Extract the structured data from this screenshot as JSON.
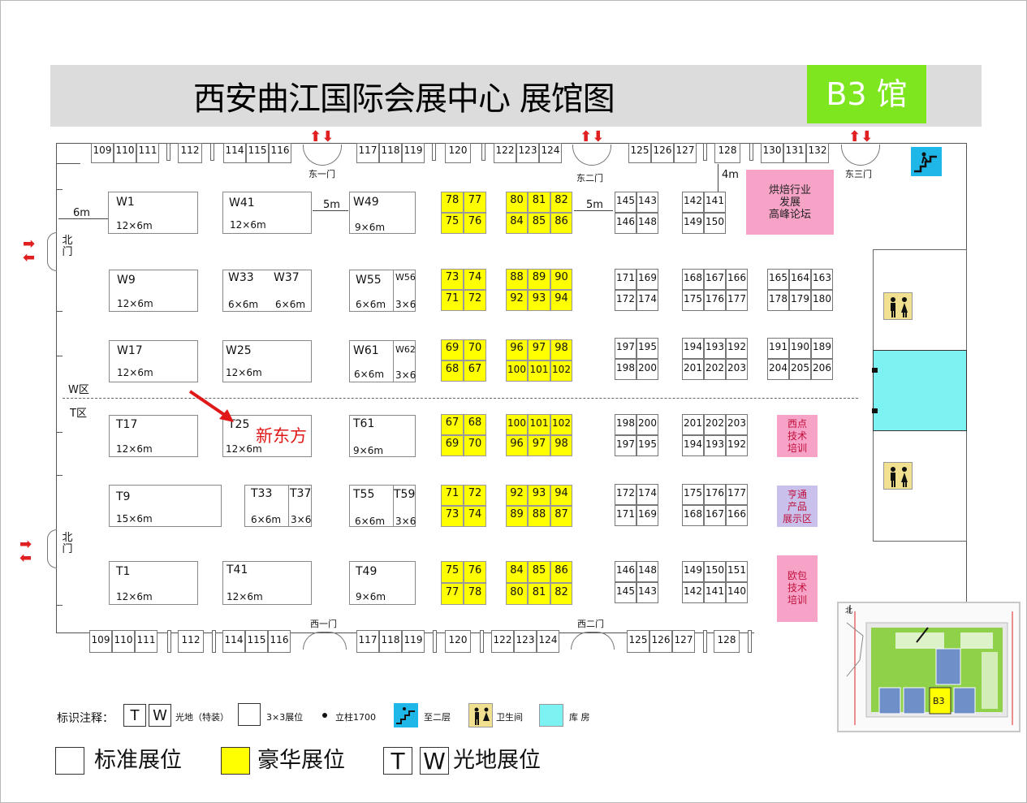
{
  "header": {
    "title": "西安曲江国际会展中心 展馆图",
    "hall_label": "B3 馆"
  },
  "doors": {
    "east1": "东一门",
    "east2": "东二门",
    "east3": "东三门",
    "west1": "西一门",
    "west2": "西二门",
    "north": "北门"
  },
  "dims": {
    "six_m": "6m",
    "five_m_a": "5m",
    "five_m_b": "5m",
    "four_m": "4m"
  },
  "zones": {
    "w": "W区",
    "t": "T区"
  },
  "top_row": [
    "109",
    "110",
    "111",
    "112",
    "114",
    "115",
    "116",
    "117",
    "118",
    "119",
    "120",
    "122",
    "123",
    "124",
    "125",
    "126",
    "127",
    "128",
    "130",
    "131",
    "132"
  ],
  "bottom_row": [
    "109",
    "110",
    "111",
    "112",
    "114",
    "115",
    "116",
    "117",
    "118",
    "119",
    "120",
    "122",
    "123",
    "124",
    "125",
    "126",
    "127",
    "128"
  ],
  "booths_big": {
    "W1": {
      "name": "W1",
      "size": "12×6m"
    },
    "W41": {
      "name": "W41",
      "size": "12×6m"
    },
    "W49": {
      "name": "W49",
      "size": "9×6m"
    },
    "W9": {
      "name": "W9",
      "size": "12×6m"
    },
    "W33": {
      "name": "W33",
      "size": "6×6m"
    },
    "W37": {
      "name": "W37",
      "size": "6×6m"
    },
    "W55": {
      "name": "W55",
      "size": "6×6m"
    },
    "W56": {
      "name": "W56",
      "size": "3×6"
    },
    "W17": {
      "name": "W17",
      "size": "12×6m"
    },
    "W25": {
      "name": "W25",
      "size": "12×6m"
    },
    "W61": {
      "name": "W61",
      "size": "6×6m"
    },
    "W62": {
      "name": "W62",
      "size": "3×6"
    },
    "T17": {
      "name": "T17",
      "size": "12×6m"
    },
    "T25": {
      "name": "T25",
      "size": "12×6m"
    },
    "T61": {
      "name": "T61",
      "size": "9×6m"
    },
    "T9": {
      "name": "T9",
      "size": "15×6m"
    },
    "T33": {
      "name": "T33",
      "size": "6×6m"
    },
    "T37": {
      "name": "T37",
      "size": "3×6"
    },
    "T55": {
      "name": "T55",
      "size": "6×6m"
    },
    "T59": {
      "name": "T59",
      "size": "3×6"
    },
    "T1": {
      "name": "T1",
      "size": "12×6m"
    },
    "T41": {
      "name": "T41",
      "size": "12×6m"
    },
    "T49": {
      "name": "T49",
      "size": "9×6m"
    }
  },
  "yellow": {
    "r1": [
      "78",
      "77",
      "75",
      "76"
    ],
    "r2": [
      "73",
      "74",
      "71",
      "72"
    ],
    "r3": [
      "69",
      "70",
      "68",
      "67"
    ],
    "r4": [
      "67",
      "68",
      "69",
      "70"
    ],
    "r5": [
      "71",
      "72",
      "73",
      "74"
    ],
    "r6": [
      "75",
      "76",
      "77",
      "78"
    ]
  },
  "yellow3": {
    "r1": [
      "80",
      "81",
      "82",
      "84",
      "85",
      "86"
    ],
    "r2": [
      "88",
      "89",
      "90",
      "92",
      "93",
      "94"
    ],
    "r3": [
      "96",
      "97",
      "98",
      "100",
      "101",
      "102"
    ],
    "r4": [
      "100",
      "101",
      "102",
      "96",
      "97",
      "98"
    ],
    "r5": [
      "92",
      "93",
      "94",
      "89",
      "88",
      "87"
    ],
    "r6": [
      "84",
      "85",
      "86",
      "80",
      "81",
      "82"
    ]
  },
  "white2": {
    "r1": [
      "145",
      "143",
      "146",
      "148"
    ],
    "r2": [
      "171",
      "169",
      "172",
      "174"
    ],
    "r3": [
      "197",
      "195",
      "198",
      "200"
    ],
    "r4": [
      "198",
      "200",
      "197",
      "195"
    ],
    "r5": [
      "172",
      "174",
      "171",
      "169"
    ],
    "r6": [
      "146",
      "148",
      "145",
      "143"
    ]
  },
  "white3": {
    "r1": [
      "142",
      "141",
      "",
      "149",
      "150",
      ""
    ],
    "r2": [
      "168",
      "167",
      "166",
      "175",
      "176",
      "177"
    ],
    "r3": [
      "194",
      "193",
      "192",
      "201",
      "202",
      "203"
    ],
    "r4": [
      "201",
      "202",
      "203",
      "194",
      "193",
      "192"
    ],
    "r5": [
      "175",
      "176",
      "177",
      "168",
      "167",
      "166"
    ],
    "r6": [
      "149",
      "150",
      "151",
      "142",
      "141",
      "140"
    ]
  },
  "white3b": {
    "r2": [
      "165",
      "164",
      "163",
      "178",
      "179",
      "180"
    ],
    "r3": [
      "191",
      "190",
      "189",
      "204",
      "205",
      "206"
    ]
  },
  "special": {
    "forum": [
      "烘焙行业",
      "发展",
      "高峰论坛"
    ],
    "pastry": [
      "西点",
      "技术",
      "培训"
    ],
    "cooking": [
      "亨通",
      "产品",
      "展示区"
    ],
    "euro": [
      "欧包",
      "技术",
      "培训"
    ]
  },
  "annotation": {
    "xdf": "新东方"
  },
  "legend_small": {
    "prefix": "标识注释：",
    "t": "T",
    "w": "W",
    "ground": "光地（特装）",
    "std33": "3×3展位",
    "pillar": "立柱1700",
    "upstairs": "至二层",
    "toilet": "卫生间",
    "store": "库 房"
  },
  "legend_big": {
    "standard": "标准展位",
    "deluxe": "豪华展位",
    "t": "T",
    "w": "W",
    "ground": "光地展位"
  },
  "minimap": {
    "north": "北",
    "hall": "B3"
  },
  "colors": {
    "deluxe": "#ffff00",
    "hall_badge": "#7ee61e",
    "pink": "#f7a3c8",
    "lavender": "#c9c0ec",
    "storage": "#7df2f2",
    "stair": "#1fb6e8"
  }
}
